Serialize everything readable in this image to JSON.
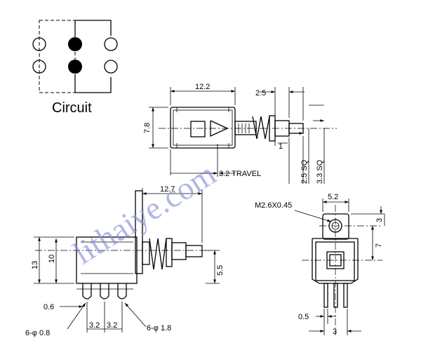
{
  "circuit": {
    "title": "Circuit"
  },
  "front_view": {
    "width": "12.2",
    "height": "7.8",
    "stroke": "2.5",
    "shaft_sq": "1",
    "travel": "3.2 TRAVEL",
    "sq_small": "2.5 SQ",
    "sq_large": "3.3 SQ"
  },
  "side_view": {
    "length": "12.7",
    "height_total": "13",
    "height_body": "10",
    "shaft_height": "5.5",
    "pin_offset": "0.6",
    "pitch_left": "3.2",
    "pitch_right": "3.2",
    "pins_small": "6-φ 0.8",
    "pins_large": "6-φ 1.8"
  },
  "end_view": {
    "thread": "M2.6X0.45",
    "width": "5.2",
    "offset_top": "3",
    "offset_mid": "7",
    "pin_width": "0.5",
    "pin_spacing": "3"
  },
  "watermark": "lithaiye.com"
}
